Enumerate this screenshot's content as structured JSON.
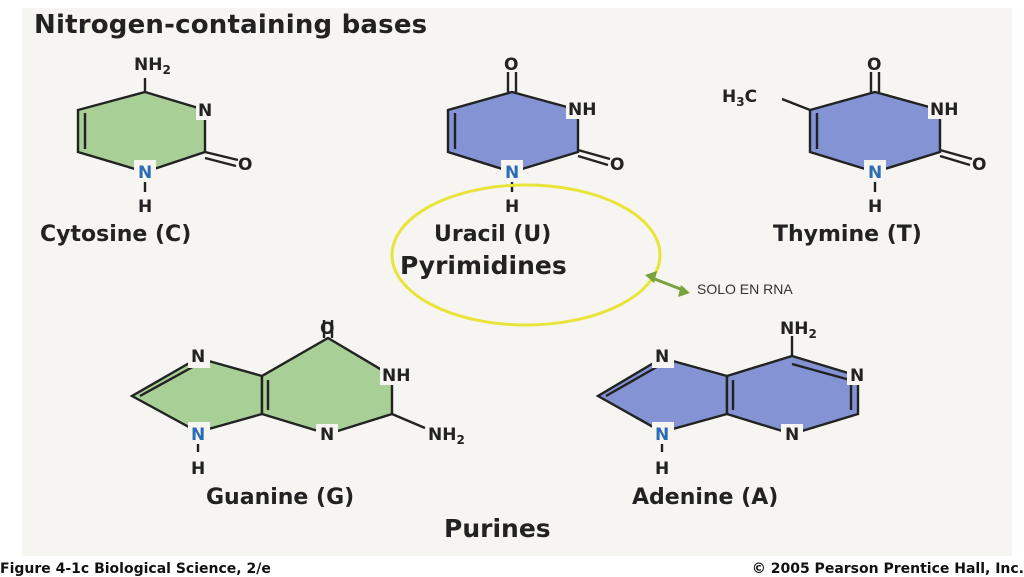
{
  "title": "Nitrogen-containing bases",
  "bases": {
    "cytosine": "Cytosine (C)",
    "uracil": "Uracil (U)",
    "thymine": "Thymine (T)",
    "guanine": "Guanine (G)",
    "adenine": "Adenine (A)"
  },
  "groups": {
    "pyrimidines": "Pyrimidines",
    "purines": "Purines"
  },
  "annotation": "SOLO EN RNA",
  "atoms": {
    "N": "N",
    "NH": "NH",
    "O": "O",
    "H": "H",
    "NH2": "NH2",
    "H3C": "H3C"
  },
  "footer": {
    "left": "Figure 4-1c  Biological Science, 2/e",
    "right": "© 2005 Pearson Prentice Hall, Inc."
  },
  "colors": {
    "pyrimidine_green": "#a8cf96",
    "ring_blue": "#8393d4",
    "nitrogen_blue": "#2b6db4",
    "highlight_circle": "#e8e43a",
    "arrow": "#7aa23c"
  }
}
